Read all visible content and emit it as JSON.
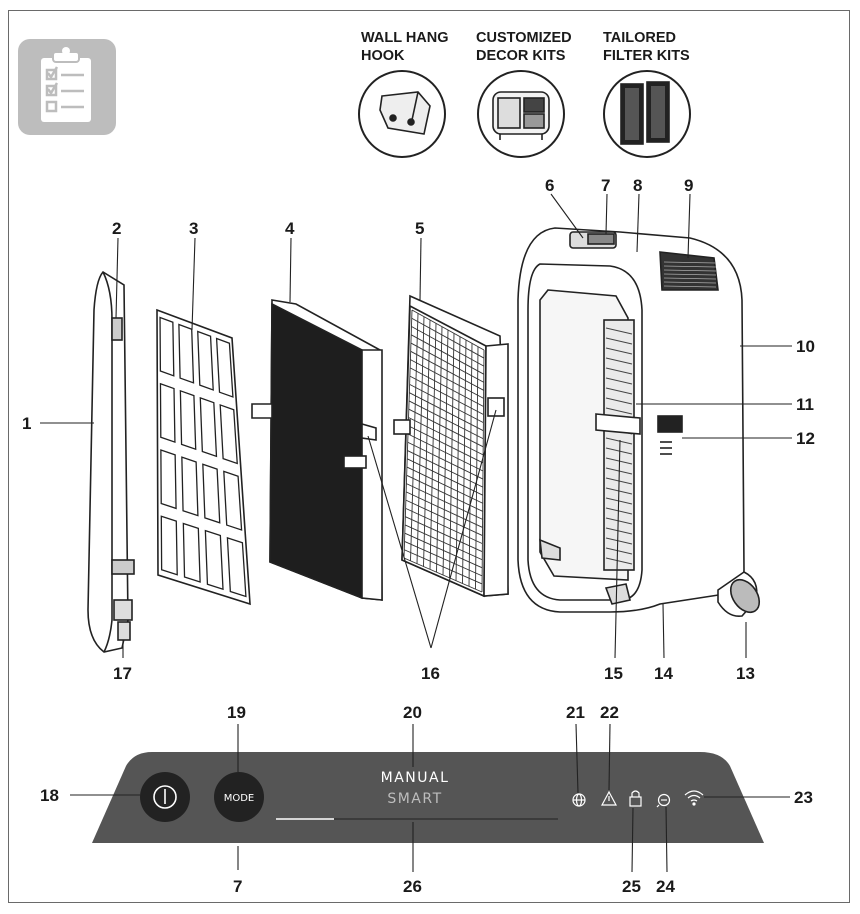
{
  "accessories": [
    {
      "line1": "WALL HANG",
      "line2": "HOOK"
    },
    {
      "line1": "CUSTOMIZED",
      "line2": "DECOR KITS"
    },
    {
      "line1": "TAILORED",
      "line2": "FILTER KITS"
    }
  ],
  "callouts": {
    "c1": "1",
    "c2": "2",
    "c3": "3",
    "c4": "4",
    "c5": "5",
    "c6": "6",
    "c7top": "7",
    "c8": "8",
    "c9": "9",
    "c10": "10",
    "c11": "11",
    "c12": "12",
    "c13": "13",
    "c14": "14",
    "c15": "15",
    "c16": "16",
    "c17": "17",
    "c18": "18",
    "c19": "19",
    "c20": "20",
    "c21": "21",
    "c22": "22",
    "c23": "23",
    "c24": "24",
    "c25": "25",
    "c26": "26",
    "c7bottom": "7"
  },
  "panel": {
    "mode_label": "MODE",
    "manual_label": "MANUAL",
    "smart_label": "SMART"
  },
  "icons": {
    "checklist": "clipboard-checklist-icon",
    "power": "power-icon",
    "globe": "globe-icon",
    "warning": "warning-icon",
    "lock": "child-lock-icon",
    "filter": "filter-indicator-icon",
    "wifi": "wifi-icon"
  },
  "colors": {
    "panel": "#555555",
    "button": "#222222",
    "icon_badge": "#bdbdbd"
  }
}
